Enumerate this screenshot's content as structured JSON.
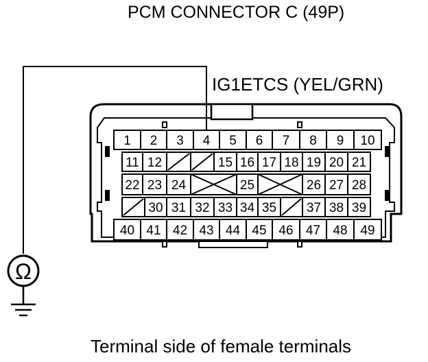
{
  "title": "PCM CONNECTOR C (49P)",
  "wire_label": "IG1ETCS (YEL/GRN)",
  "footer": "Terminal side of female terminals",
  "meter_symbol": "Ω",
  "meter_icon": "ohmmeter-icon",
  "ground_icon": "ground-icon",
  "probed_terminal": "4",
  "terminals": {
    "row1": [
      "1",
      "2",
      "3",
      "4",
      "5",
      "6",
      "7",
      "8",
      "9",
      "10"
    ],
    "row2": [
      "11",
      "12",
      "",
      "",
      "15",
      "16",
      "17",
      "18",
      "19",
      "20",
      "21"
    ],
    "row3": [
      "22",
      "23",
      "24",
      "",
      "25",
      "",
      "26",
      "27",
      "28"
    ],
    "row4": [
      "",
      "30",
      "31",
      "32",
      "33",
      "34",
      "35",
      "",
      "37",
      "38",
      "39"
    ],
    "row5": [
      "40",
      "41",
      "42",
      "43",
      "44",
      "45",
      "46",
      "47",
      "48",
      "49"
    ]
  }
}
